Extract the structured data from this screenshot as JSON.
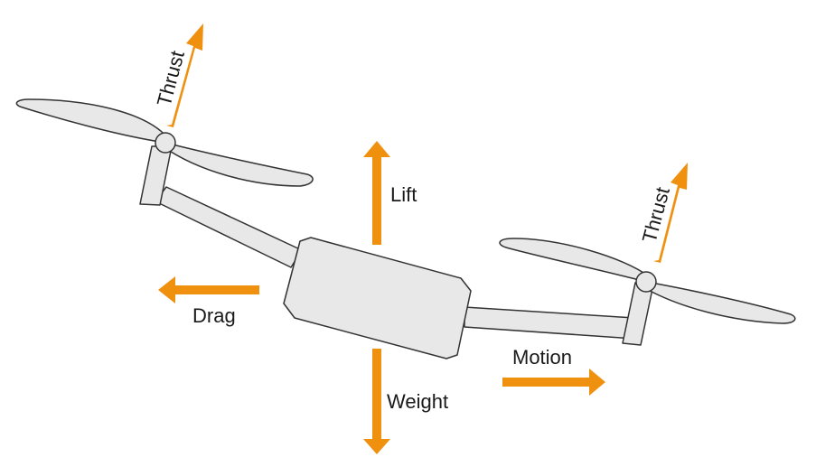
{
  "diagram": {
    "labels": {
      "thrust_left": "Thrust",
      "thrust_right": "Thrust",
      "lift": "Lift",
      "drag": "Drag",
      "weight": "Weight",
      "motion": "Motion"
    },
    "colors": {
      "arrow": "#f0900f",
      "part_fill": "#e8e8e8",
      "outline": "#333333"
    }
  }
}
